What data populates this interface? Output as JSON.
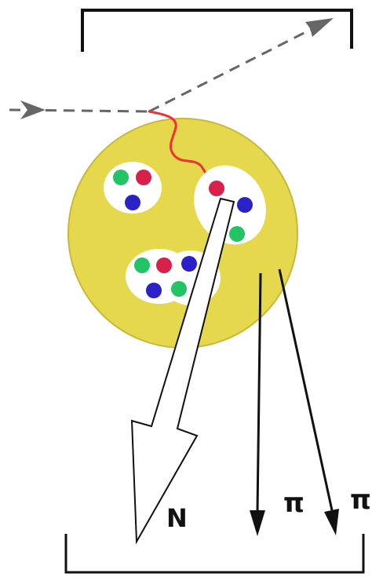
{
  "labels": {
    "nucleon": "N",
    "pion_1": "π",
    "pion_2": "π"
  },
  "colors": {
    "nucleus_fill": "#e6d84c",
    "nucleus_stroke": "#c8b83a",
    "cluster_fill": "#ffffff",
    "quark_green": "#22c466",
    "quark_red": "#d8204a",
    "quark_blue": "#2a22c8",
    "gluon_line": "#ee3333",
    "beam_line": "#666666",
    "detector_line": "#111111"
  },
  "icons": {
    "incoming_arrow": "arrow-right-icon",
    "scattered_arrow": "arrow-up-right-icon"
  }
}
